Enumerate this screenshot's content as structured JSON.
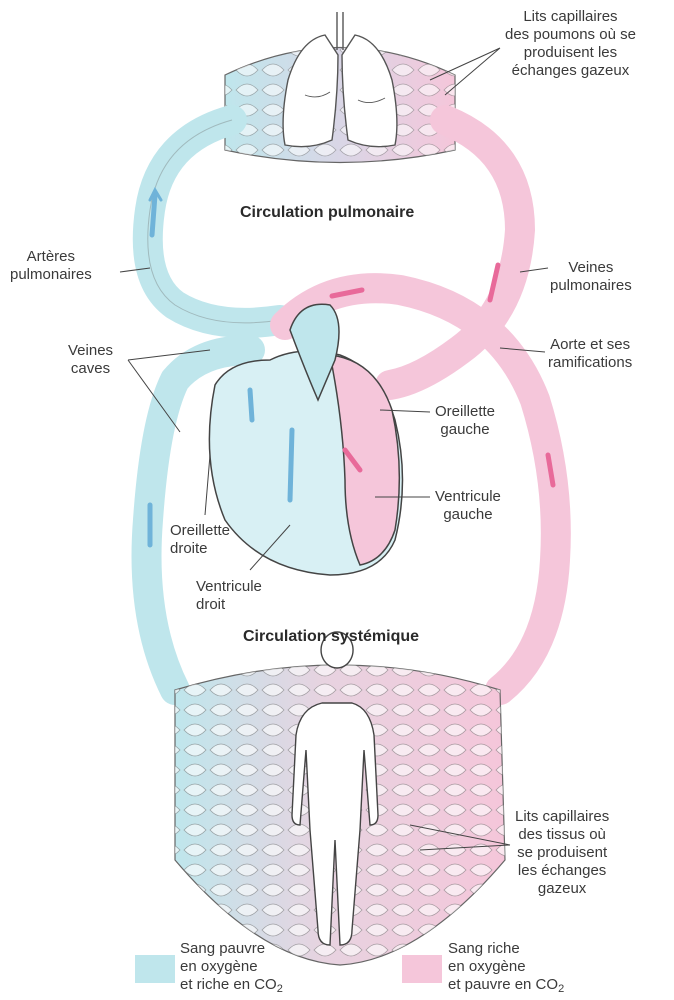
{
  "colors": {
    "blue": "#bfe6ec",
    "blue_dark": "#6fb3d9",
    "pink": "#f5c6da",
    "pink_dark": "#e86a9a",
    "outline": "#555555"
  },
  "labels": {
    "lung_capillaries": [
      "Lits capillaires",
      "des poumons où se",
      "produisent les",
      "échanges gazeux"
    ],
    "pulmonary_arteries": [
      "Artères",
      "pulmonaires"
    ],
    "pulmonary_veins": [
      "Veines",
      "pulmonaires"
    ],
    "aorta": [
      "Aorte et ses",
      "ramifications"
    ],
    "venae_cavae": [
      "Veines",
      "caves"
    ],
    "left_atrium": [
      "Oreillette",
      "gauche"
    ],
    "left_ventricle": [
      "Ventricule",
      "gauche"
    ],
    "right_atrium": [
      "Oreillette",
      "droite"
    ],
    "right_ventricle": [
      "Ventricule",
      "droit"
    ],
    "tissue_capillaries": [
      "Lits capillaires",
      "des tissus où",
      "se produisent",
      "les échanges",
      "gazeux"
    ]
  },
  "titles": {
    "pulmonary": "Circulation pulmonaire",
    "systemic": "Circulation systémique"
  },
  "legend": {
    "poor": {
      "line1": "Sang pauvre",
      "line2": "en oxygène",
      "line3": "et riche en CO",
      "sub": "2"
    },
    "rich": {
      "line1": "Sang riche",
      "line2": "en oxygène",
      "line3": "et pauvre en CO",
      "sub": "2"
    }
  }
}
